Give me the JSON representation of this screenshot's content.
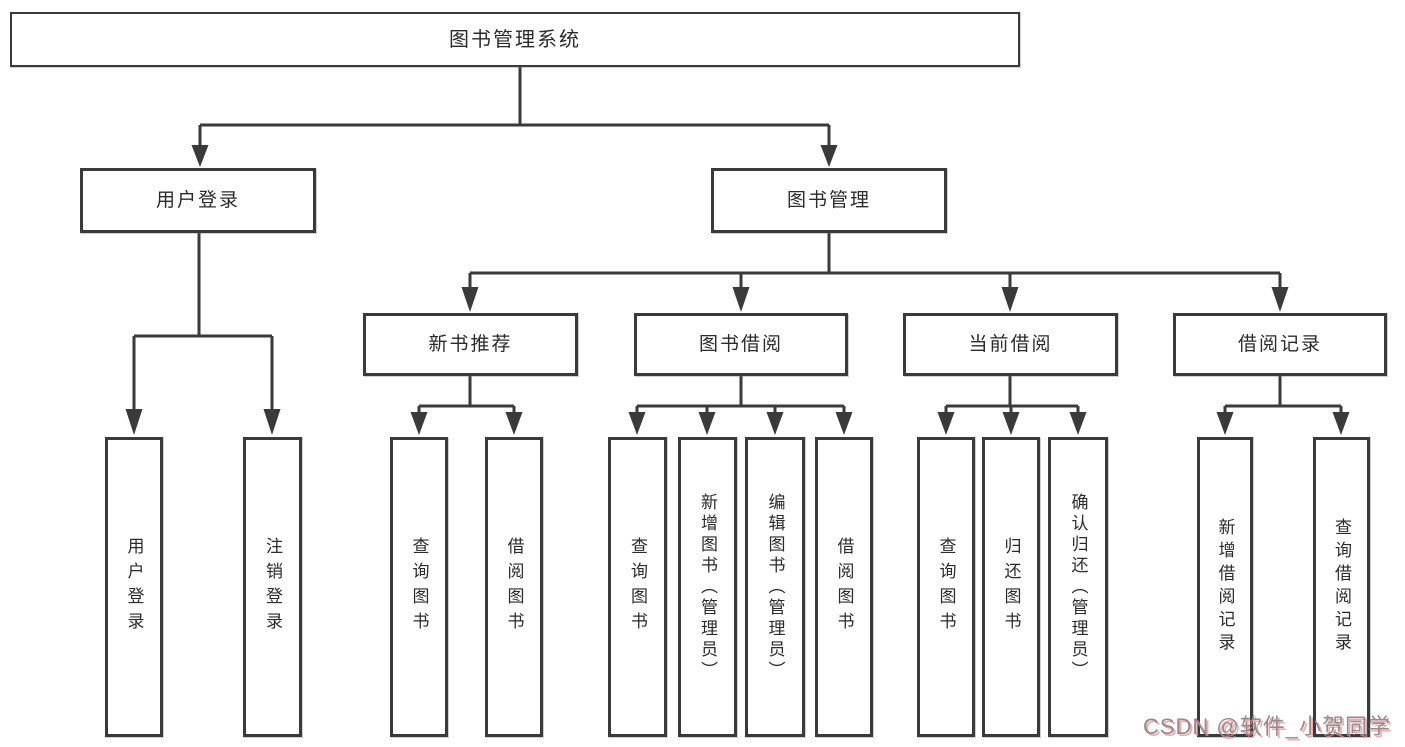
{
  "tree": {
    "label": "图书管理系统",
    "children": [
      {
        "label": "用户登录",
        "children": [
          {
            "label": "用户登录"
          },
          {
            "label": "注销登录"
          }
        ]
      },
      {
        "label": "图书管理",
        "children": [
          {
            "label": "新书推荐",
            "children": [
              {
                "label": "查询图书"
              },
              {
                "label": "借阅图书"
              }
            ]
          },
          {
            "label": "图书借阅",
            "children": [
              {
                "label": "查询图书"
              },
              {
                "label": "新增图书（管理员）"
              },
              {
                "label": "编辑图书（管理员）"
              },
              {
                "label": "借阅图书"
              }
            ]
          },
          {
            "label": "当前借阅",
            "children": [
              {
                "label": "查询图书"
              },
              {
                "label": "归还图书"
              },
              {
                "label": "确认归还（管理员）"
              }
            ]
          },
          {
            "label": "借阅记录",
            "children": [
              {
                "label": "新增借阅记录"
              },
              {
                "label": "查询借阅记录"
              }
            ]
          }
        ]
      }
    ]
  },
  "watermark": {
    "text": "CSDN @软件_小贺同学"
  },
  "colors": {
    "background": "#ffffff",
    "line": "#3a3a3a",
    "box_border": "#3a3a3a",
    "text": "#2b2b2b",
    "watermark_text": "#8d8d92",
    "watermark_shadow": "#f28e8e"
  }
}
